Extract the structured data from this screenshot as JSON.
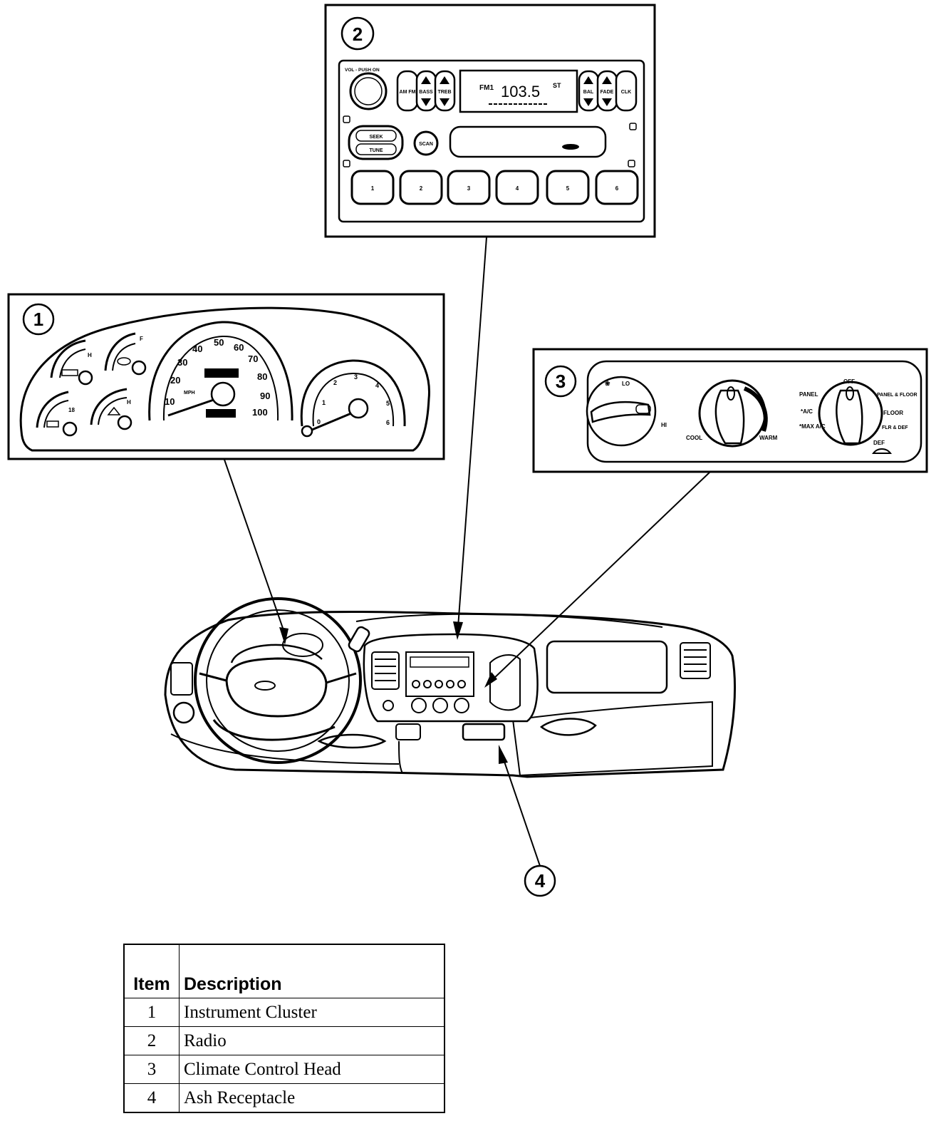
{
  "callouts": [
    "1",
    "2",
    "3",
    "4"
  ],
  "radio": {
    "vol_label": "VOL - PUSH ON",
    "left_buttons": [
      "AM FM",
      "BASS",
      "TREB"
    ],
    "right_buttons": [
      "BAL",
      "FADE",
      "CLK"
    ],
    "display_band": "FM1",
    "display_freq": "103.5",
    "display_unit": "ST",
    "seek_label": "SEEK",
    "tune_label": "TUNE",
    "scan_label": "SCAN",
    "presets": [
      "1",
      "2",
      "3",
      "4",
      "5",
      "6"
    ]
  },
  "cluster": {
    "speed_ticks": [
      "10",
      "20",
      "30",
      "40",
      "50",
      "60",
      "70",
      "80",
      "90",
      "100"
    ],
    "mph_label": "MPH",
    "tach_ticks": [
      "0",
      "1",
      "2",
      "3",
      "4",
      "5",
      "6"
    ],
    "gauge_h": "H",
    "gauge_f": "F",
    "gauge_18": "18"
  },
  "climate": {
    "fan_lo": "LO",
    "fan_hi": "HI",
    "temp_cool": "COOL",
    "temp_warm": "WARM",
    "mode_panel": "PANEL",
    "mode_off": "OFF",
    "mode_panel_floor": "PANEL & FLOOR",
    "mode_ac": "*A/C",
    "mode_floor": "FLOOR",
    "mode_max_ac": "*MAX A/C",
    "mode_flr_def": "FLR & DEF",
    "mode_def": "DEF"
  },
  "legend": {
    "headers": {
      "item": "Item",
      "description": "Description"
    },
    "rows": [
      {
        "item": "1",
        "description": "Instrument Cluster"
      },
      {
        "item": "2",
        "description": "Radio"
      },
      {
        "item": "3",
        "description": "Climate Control Head"
      },
      {
        "item": "4",
        "description": "Ash Receptacle"
      }
    ]
  }
}
